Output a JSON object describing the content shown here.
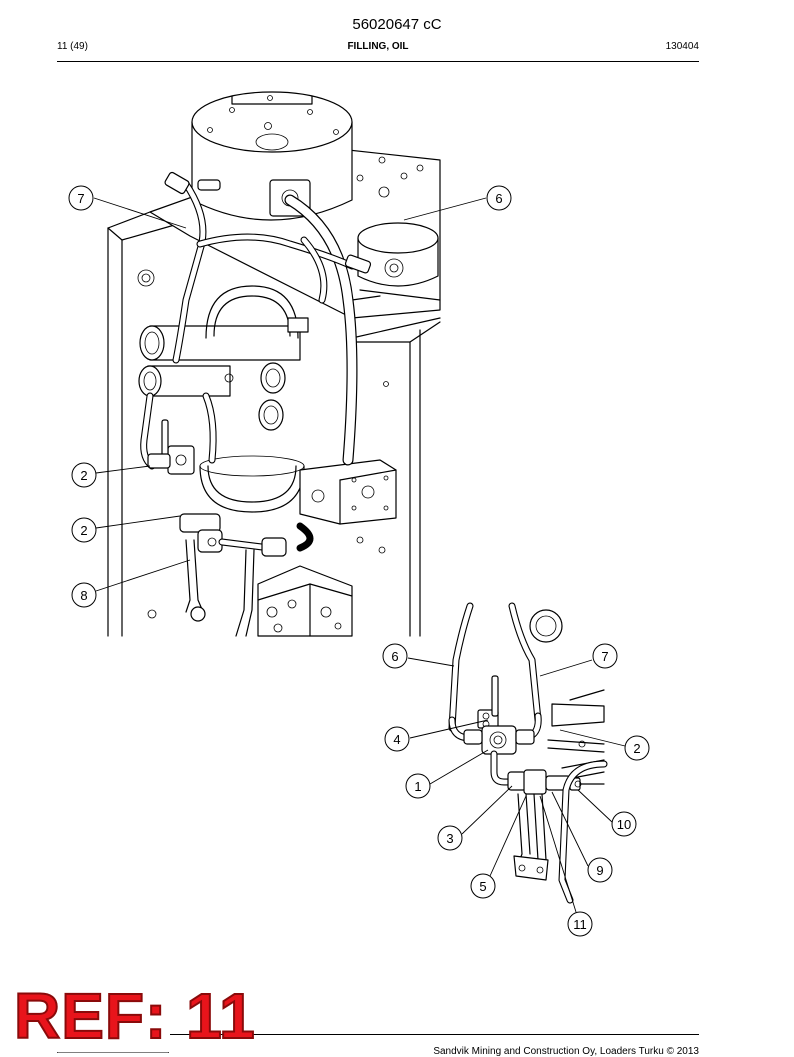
{
  "header": {
    "doc_number": "56020647 cC",
    "page": "11 (49)",
    "title": "FILLING, OIL",
    "date": "130404"
  },
  "top_view_callouts": [
    "7",
    "6",
    "2",
    "2",
    "8"
  ],
  "detail_view_callouts": [
    "6",
    "7",
    "4",
    "2",
    "1",
    "10",
    "3",
    "9",
    "5",
    "11"
  ],
  "stamp": {
    "text": "REF: 11",
    "color": "#e8141b"
  },
  "footer": {
    "text": "Sandvik Mining and Construction Oy, Loaders Turku © 2013"
  }
}
